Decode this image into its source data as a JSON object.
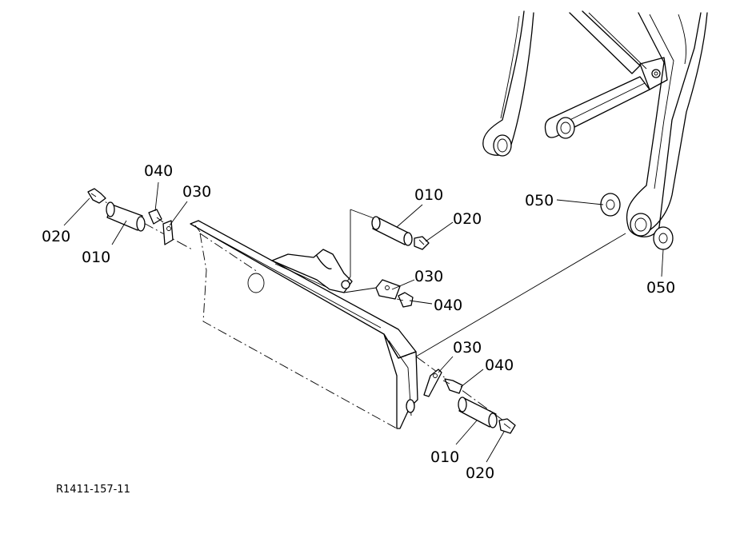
{
  "figure_ref": "R1411-157-11",
  "callouts": {
    "c_020_left": "020",
    "c_010_left": "010",
    "c_040_left": "040",
    "c_030_left": "030",
    "c_010_mid": "010",
    "c_020_mid": "020",
    "c_030_mid": "030",
    "c_040_mid": "040",
    "c_050_upper": "050",
    "c_050_lower": "050",
    "c_030_low": "030",
    "c_040_low": "040",
    "c_010_low": "010",
    "c_020_low": "020"
  }
}
